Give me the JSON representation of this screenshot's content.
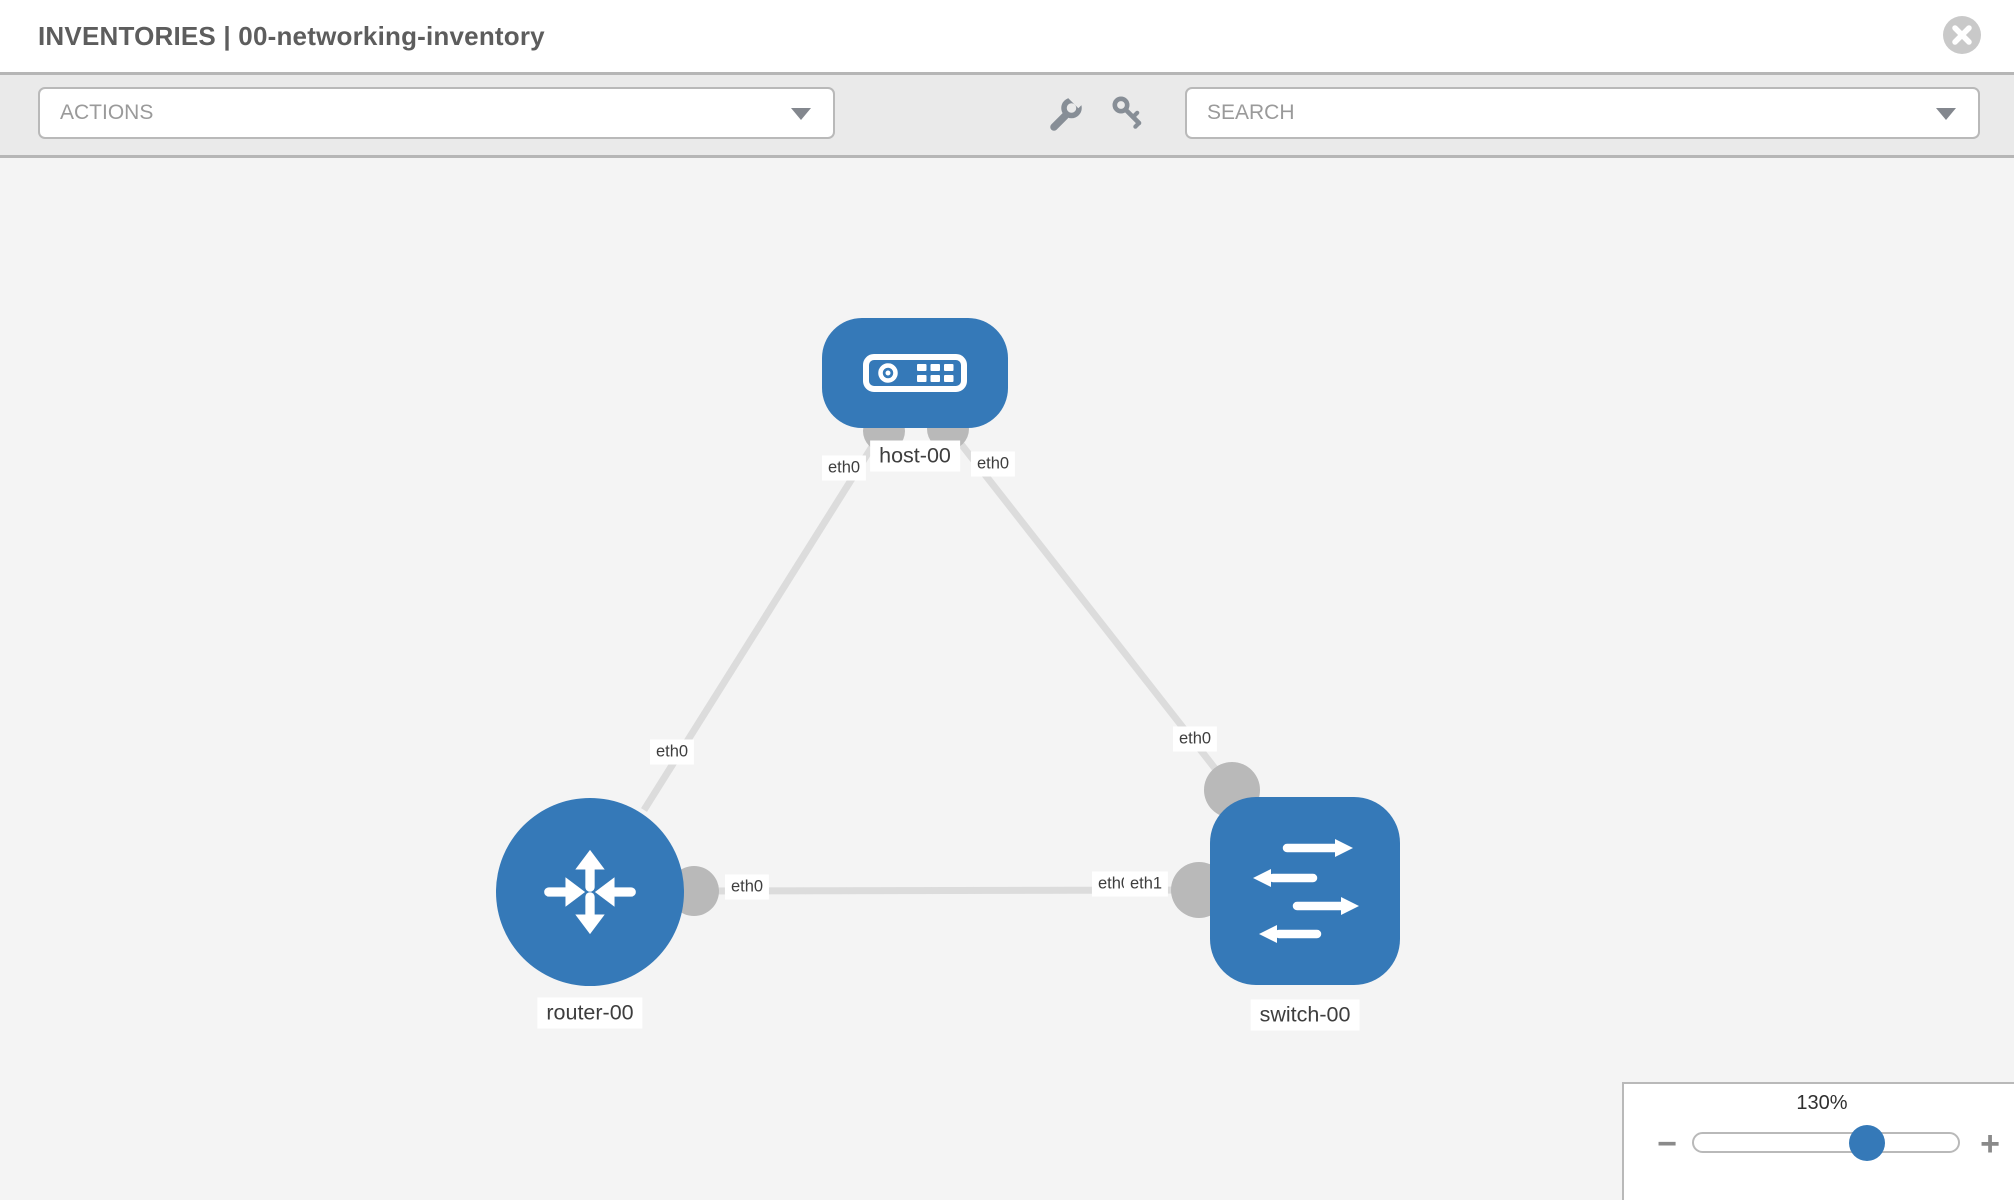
{
  "header": {
    "title": "INVENTORIES | 00-networking-inventory"
  },
  "toolbar": {
    "actions": {
      "placeholder": "ACTIONS"
    },
    "search": {
      "placeholder": "SEARCH"
    },
    "icons": {
      "configure": "wrench",
      "credentials": "key",
      "actions_caret": "chevron-down",
      "search_caret": "chevron-down"
    }
  },
  "canvas": {
    "nodes": [
      {
        "label": "host-00",
        "type": "host"
      },
      {
        "label": "router-00",
        "type": "router"
      },
      {
        "label": "switch-00",
        "type": "switch"
      }
    ],
    "links": [
      {
        "a": "host-00",
        "a_if": "eth0",
        "b": "router-00",
        "b_if": "eth0"
      },
      {
        "a": "host-00",
        "a_if": "eth0",
        "b": "switch-00",
        "b_if": "eth0"
      },
      {
        "a": "router-00",
        "a_if": "eth0",
        "b": "switch-00",
        "b_if": "eth1",
        "b_if_overlapped": "eth0"
      }
    ]
  },
  "zoom_control": {
    "level": "130%",
    "zoom_out_label": "−",
    "zoom_in_label": "+"
  },
  "colors": {
    "node_fill": "#3579b8",
    "link": "#dcdcdc",
    "interface_dot": "#b9b9b9",
    "knob": "#3579b8",
    "close_button": "#c9c9c9",
    "toolbar_bg": "#eaeaea",
    "canvas_bg": "#f4f4f4"
  },
  "icons": {
    "close": "x-in-circle",
    "zoom_out": "minus",
    "zoom_in": "plus"
  }
}
